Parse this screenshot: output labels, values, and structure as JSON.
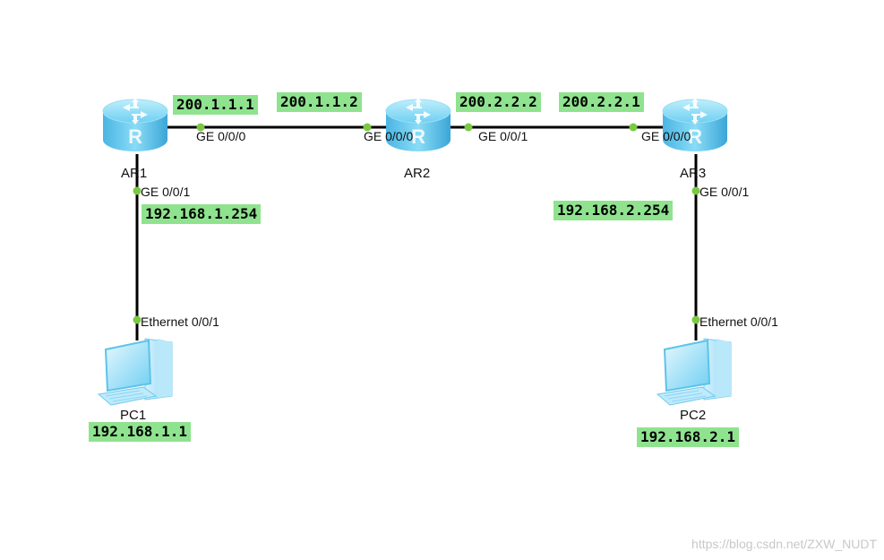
{
  "devices": {
    "ar1": {
      "name": "AR1",
      "type": "router"
    },
    "ar2": {
      "name": "AR2",
      "type": "router"
    },
    "ar3": {
      "name": "AR3",
      "type": "router"
    },
    "pc1": {
      "name": "PC1",
      "type": "pc"
    },
    "pc2": {
      "name": "PC2",
      "type": "pc"
    }
  },
  "ports": {
    "ar1_ge000": "GE 0/0/0",
    "ar1_ge001": "GE 0/0/1",
    "ar2_ge000": "GE 0/0/0",
    "ar2_ge001": "GE 0/0/1",
    "ar3_ge000": "GE 0/0/0",
    "ar3_ge001": "GE 0/0/1",
    "pc1_eth": "Ethernet 0/0/1",
    "pc2_eth": "Ethernet 0/0/1"
  },
  "addresses": {
    "ar1_ge000": "200.1.1.1",
    "ar2_ge000": "200.1.1.2",
    "ar2_ge001": "200.2.2.2",
    "ar3_ge000": "200.2.2.1",
    "ar1_ge001": "192.168.1.254",
    "ar3_ge001": "192.168.2.254",
    "pc1": "192.168.1.1",
    "pc2": "192.168.2.1"
  },
  "colors": {
    "ip_label_bg": "#8fe38f",
    "port_dot": "#7ac943",
    "router_body": "#5fc3ec",
    "link": "#000000"
  },
  "icons": {
    "router": "router-icon",
    "pc": "pc-icon"
  },
  "watermark": "https://blog.csdn.net/ZXW_NUDT"
}
